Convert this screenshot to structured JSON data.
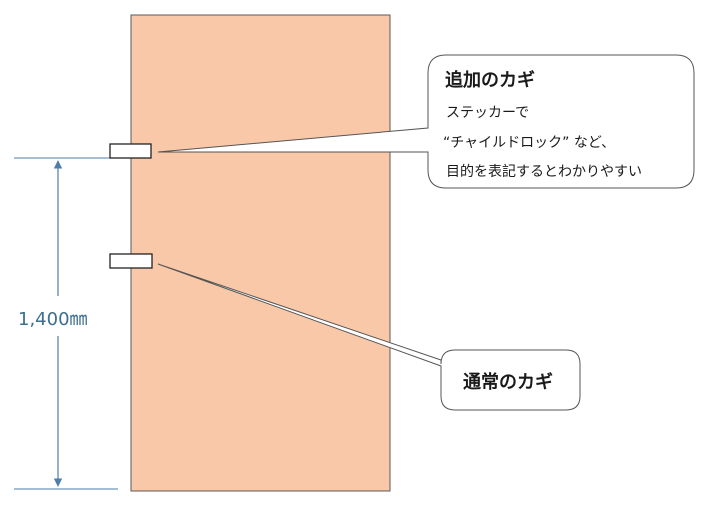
{
  "colors": {
    "door_fill": "#f8c8a8",
    "door_stroke": "#5a5a5a",
    "dimension_color": "#4d7ea8",
    "callout_stroke": "#555555"
  },
  "dimension": {
    "label": "1,400㎜"
  },
  "callout_additional_lock": {
    "title": "追加のカギ",
    "lines": [
      "ステッカーで",
      "“チャイルドロック” など、",
      "目的を表記するとわかりやすい"
    ]
  },
  "callout_normal_lock": {
    "title": "通常のカギ"
  }
}
